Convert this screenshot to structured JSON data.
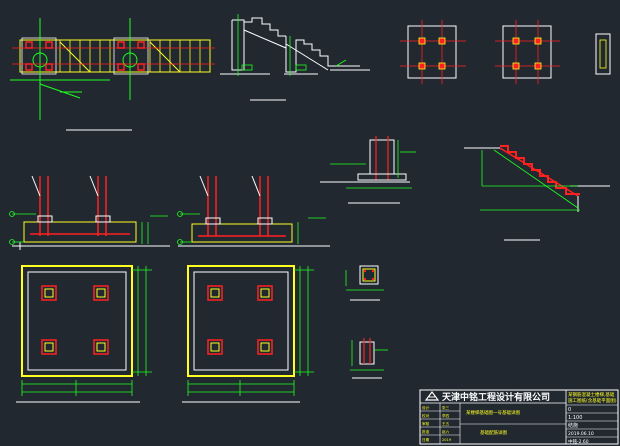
{
  "title_block": {
    "company": "天津中铭工程设计有限公司",
    "project_line1": "某钢筋混凝土楼梯,基础",
    "project_line2": "施工图纸(含基础平面图)",
    "drawing_title": "某楼梯基础图一号基础详图",
    "drawing_number": "0",
    "scale": "1:100",
    "sheet_label": "结施",
    "date_code": "2019.06.10",
    "ref_code": "中铭-2.60",
    "sub_title": "基础配筋详图",
    "row_labels": [
      "设计",
      "校对",
      "审核",
      "批准",
      "日期"
    ],
    "row_names": [
      "张三",
      "李四",
      "王五",
      "赵六",
      "2019"
    ]
  },
  "colors": {
    "background": "#212830",
    "column": "#ff2020",
    "rebar": "#ffff20",
    "dimension": "#20ff20",
    "outline": "#ffffff",
    "axis": "#ff2020"
  }
}
